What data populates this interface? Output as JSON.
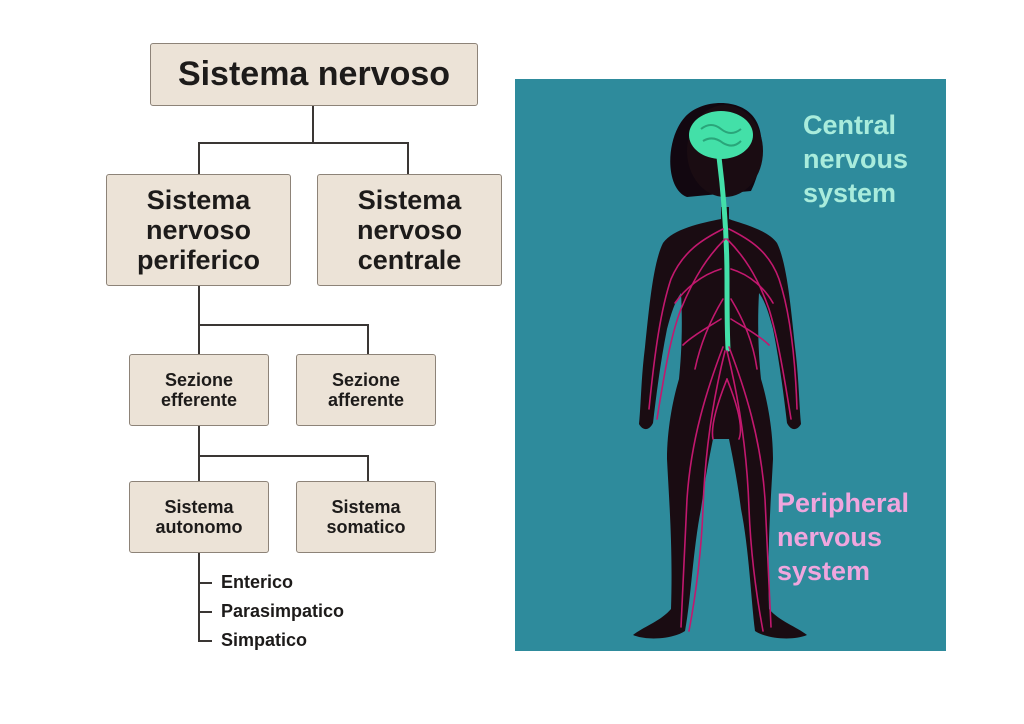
{
  "diagram": {
    "root": "Sistema nervoso",
    "peripheral": "Sistema\nnervoso\nperiferico",
    "central": "Sistema\nnervoso\ncentrale",
    "efferent": "Sezione\nefferente",
    "afferent": "Sezione\nafferente",
    "autonomic": "Sistema\nautonomo",
    "somatic": "Sistema\nsomatico",
    "autonomic_divisions": [
      "Enterico",
      "Parasimpatico",
      "Simpatico"
    ]
  },
  "illustration": {
    "central_label": "Central\nnervous\nsystem",
    "peripheral_label": "Peripheral\nnervous\nsystem",
    "colors": {
      "background": "#2e8b9c",
      "body": "#1a0c12",
      "nerves": "#c2186e",
      "cns": "#43e0a8"
    }
  }
}
